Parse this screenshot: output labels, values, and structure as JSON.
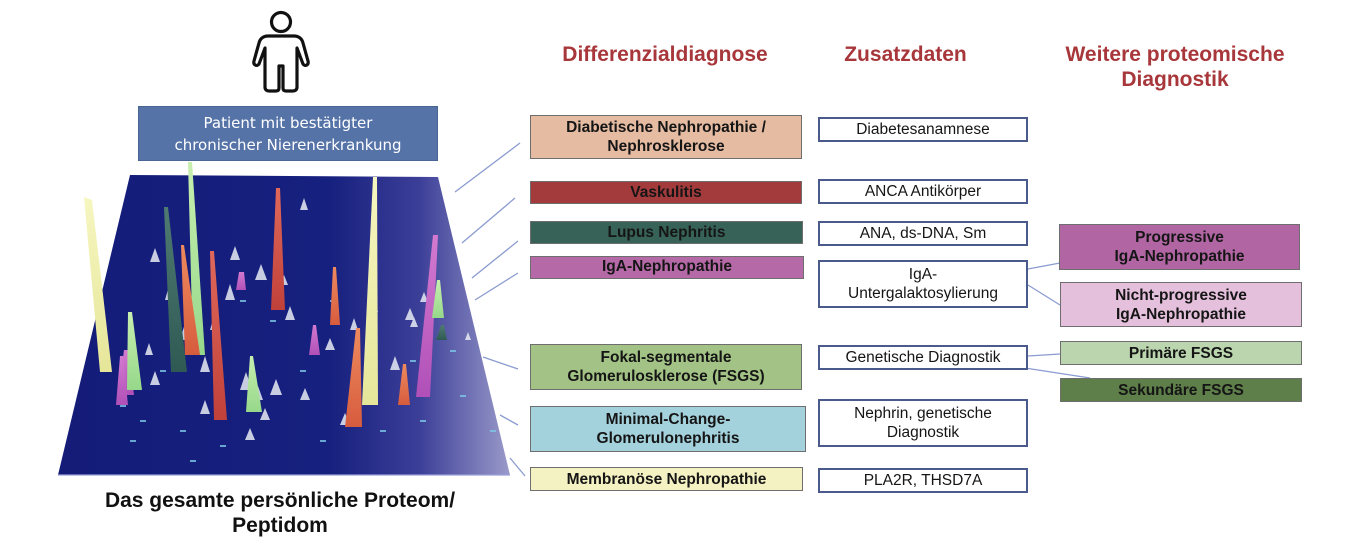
{
  "patient": {
    "icon": "person-icon",
    "label_line1": "Patient mit bestätigter",
    "label_line2": "chronischer Nierenerkrankung"
  },
  "proteome": {
    "image": "3d-peptide-peak-landscape",
    "caption_line1": "Das gesamte persönliche Proteom/",
    "caption_line2": "Peptidom"
  },
  "headings": {
    "differential": "Differenzialdiagnose",
    "additional": "Zusatzdaten",
    "further_line1": "Weitere proteomische",
    "further_line2": "Diagnostik"
  },
  "diagnoses": [
    {
      "line1": "Diabetische Nephropathie /",
      "line2": "Nephrosklerose",
      "color": "#e5bba2"
    },
    {
      "line1": "Vaskulitis",
      "line2": "",
      "color": "#a33b3c"
    },
    {
      "line1": "Lupus Nephritis",
      "line2": "",
      "color": "#376258"
    },
    {
      "line1": "IgA-Nephropathie",
      "line2": "",
      "color": "#b56aa7"
    },
    {
      "line1": "Fokal-segmentale",
      "line2": "Glomerulosklerose (FSGS)",
      "color": "#a2c385"
    },
    {
      "line1": "Minimal-Change-",
      "line2": "Glomerulonephritis",
      "color": "#a3d1dc"
    },
    {
      "line1": "Membranöse Nephropathie",
      "line2": "",
      "color": "#f4f1c2"
    }
  ],
  "additional_data": [
    {
      "line1": "Diabetesanamnese",
      "line2": ""
    },
    {
      "line1": "ANCA Antikörper",
      "line2": ""
    },
    {
      "line1": "ANA, ds-DNA, Sm",
      "line2": ""
    },
    {
      "line1": "IgA-",
      "line2": "Untergalaktosylierung"
    },
    {
      "line1": "Genetische Diagnostik",
      "line2": ""
    },
    {
      "line1": "Nephrin, genetische",
      "line2": "Diagnostik"
    },
    {
      "line1": "PLA2R, THSD7A",
      "line2": ""
    }
  ],
  "further_diagnostics": [
    {
      "line1": "Progressive",
      "line2": "IgA-Nephropathie",
      "color": "#b166a3"
    },
    {
      "line1": "Nicht-progressive",
      "line2": "IgA-Nephropathie",
      "color": "#e5c0dc"
    },
    {
      "line1": "Primäre FSGS",
      "line2": "",
      "color": "#bbd5ae"
    },
    {
      "line1": "Sekundäre FSGS",
      "line2": "",
      "color": "#5e7e4a"
    }
  ],
  "colors": {
    "heading": "#a8373b",
    "patient_box": "#5673a8",
    "plane_dark": "#16207e",
    "plane_light": "#8e8ec6",
    "connector": "#8a9bd0",
    "zbox_border": "#4a5a8c"
  }
}
